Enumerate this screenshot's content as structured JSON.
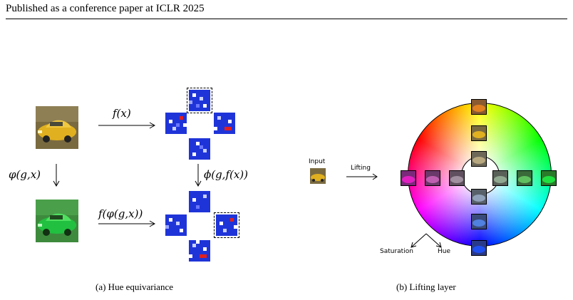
{
  "header": {
    "text": "Published as a conference paper at ICLR 2025"
  },
  "panel_a": {
    "top_arrow_label": "f(x)",
    "bottom_arrow_label": "f(φ(g,x))",
    "left_arrow_label": "φ(g,x)",
    "right_arrow_label": "ϕ(g,f(x))",
    "caption": "(a) Hue equivariance"
  },
  "panel_b": {
    "input_label": "Input",
    "lifting_label": "Lifting",
    "saturation_label": "Saturation",
    "hue_label": "Hue",
    "caption": "(b) Lifting layer"
  },
  "colors": {
    "car_yellow": "#e0b020",
    "car_green": "#22c040",
    "feature_blue": "#1f34d8",
    "feature_red": "#e02020"
  }
}
